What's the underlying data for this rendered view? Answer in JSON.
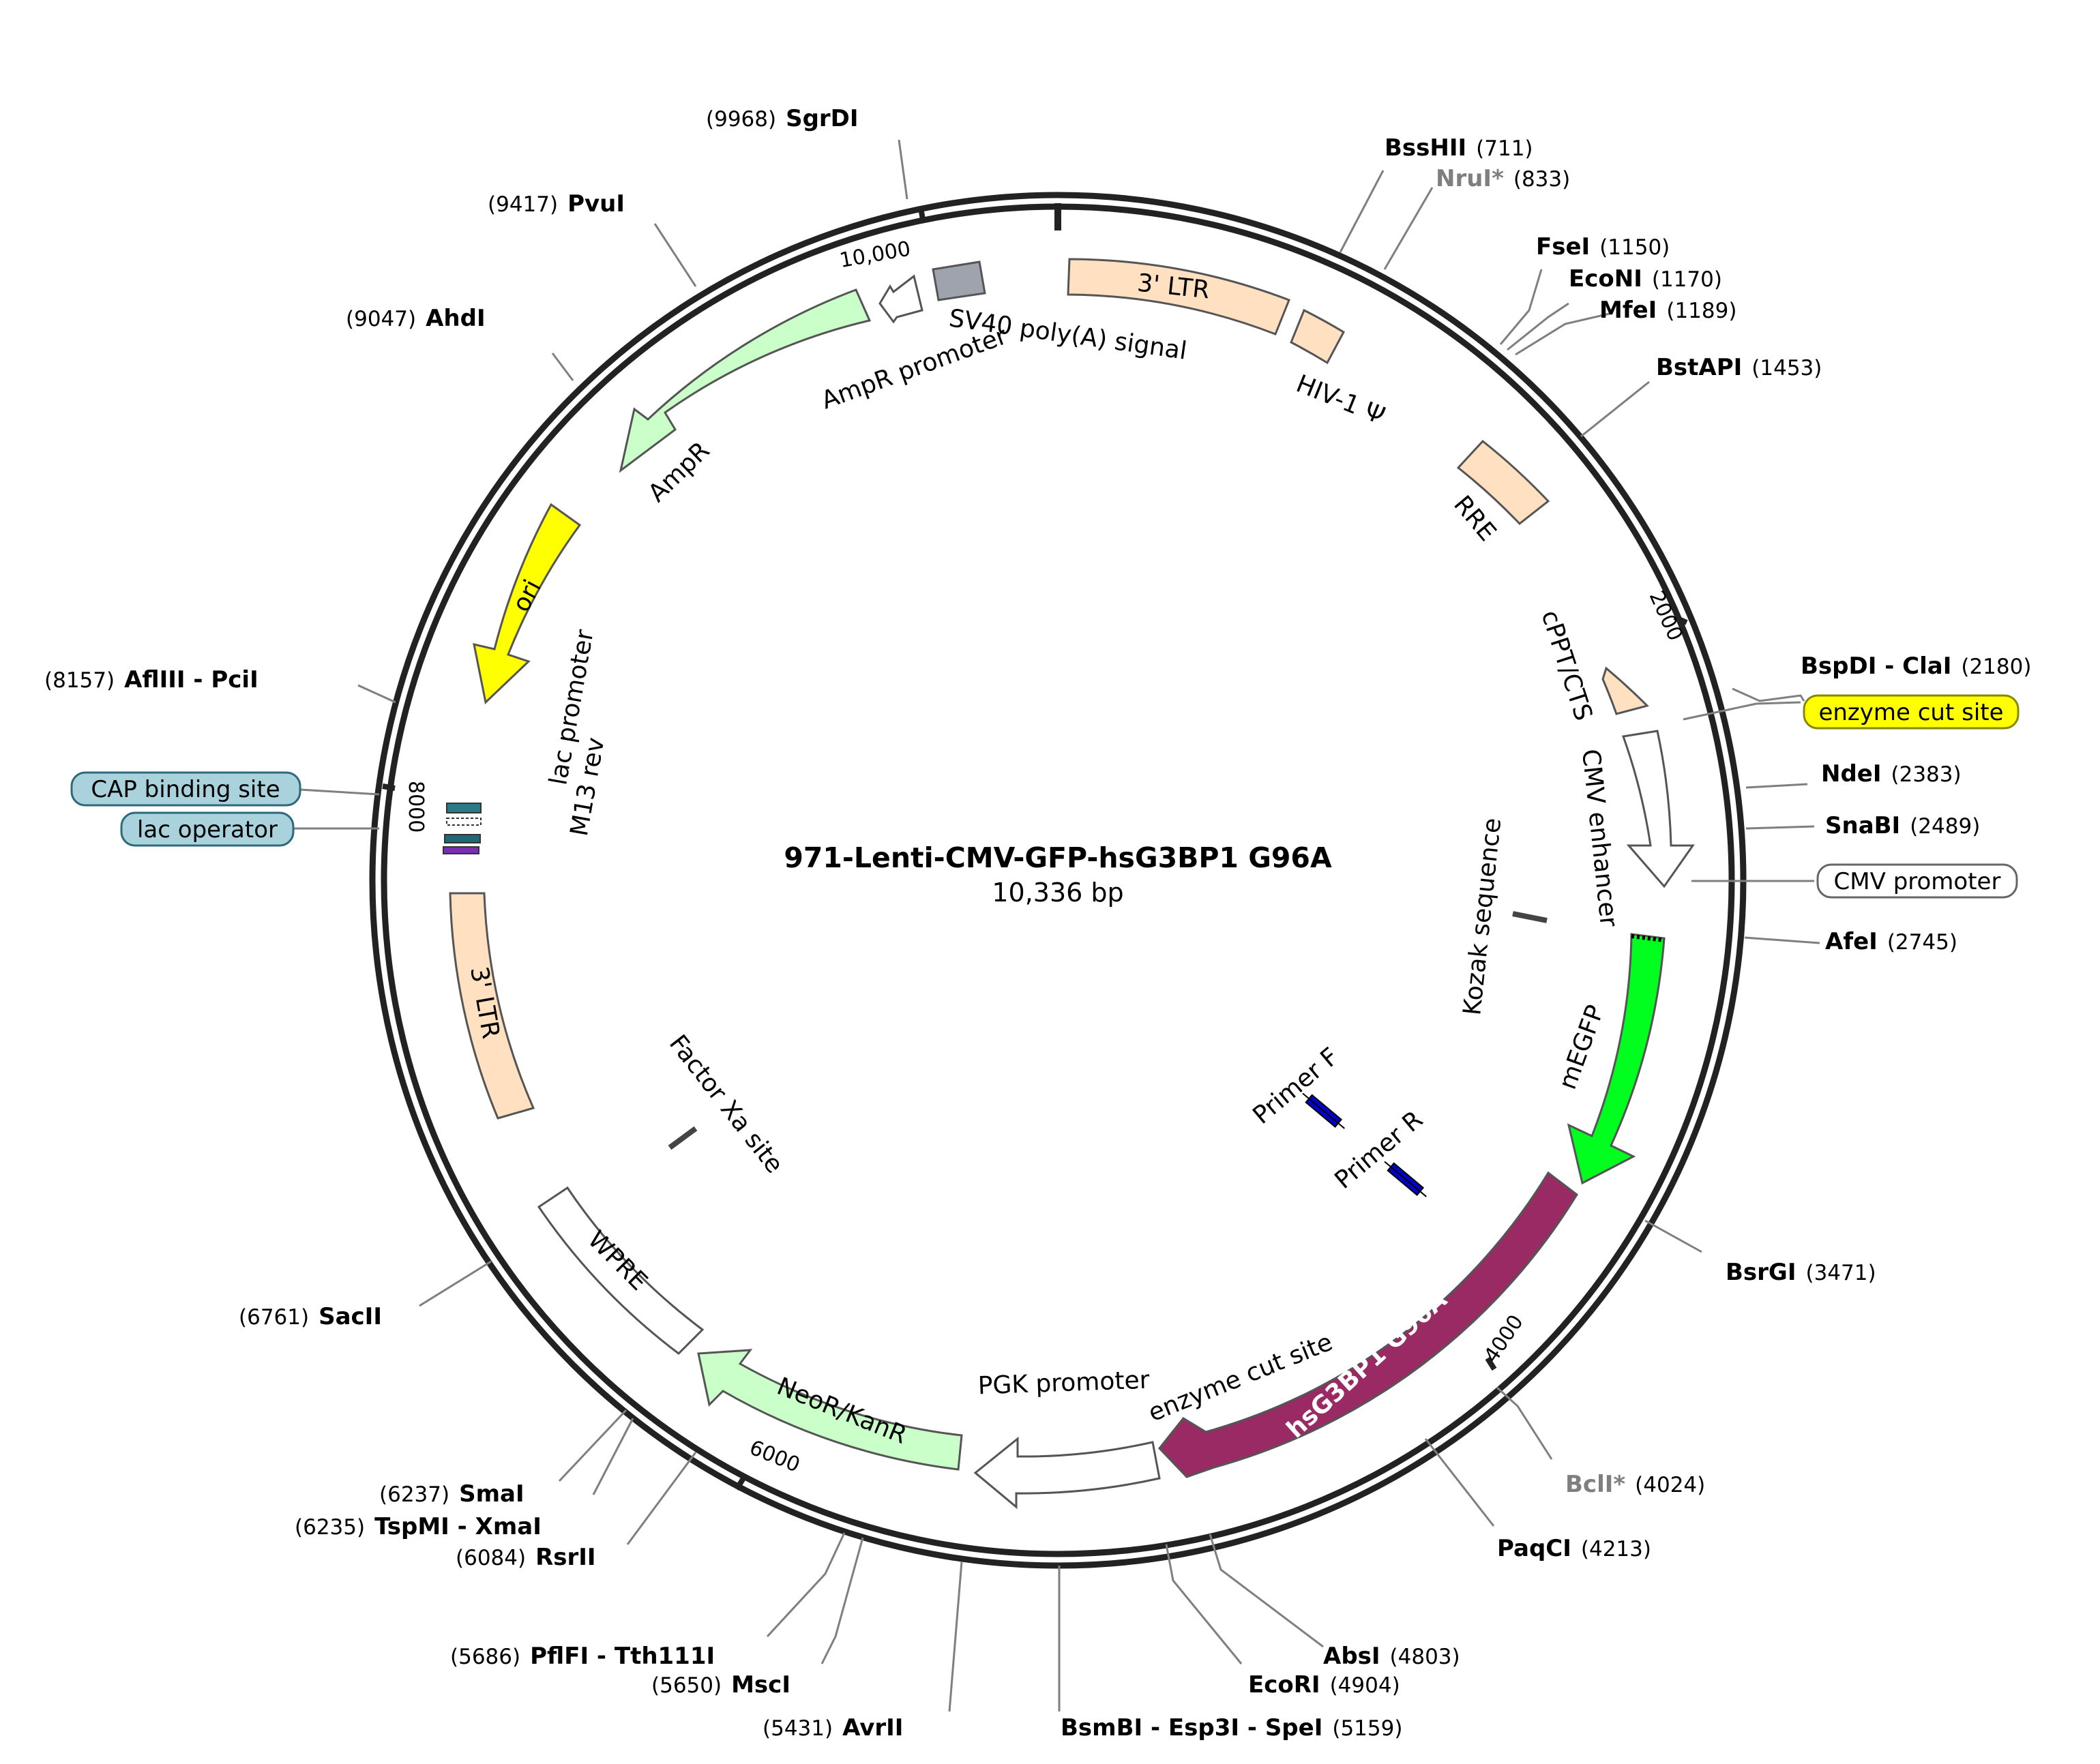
{
  "title": "971-Lenti-CMV-GFP-hsG3BP1 G96A",
  "length_label": "10,336 bp",
  "ticks": [
    {
      "label": "2000",
      "pos": 2000
    },
    {
      "label": "4000",
      "pos": 4000
    },
    {
      "label": "6000",
      "pos": 6000
    },
    {
      "label": "8000",
      "pos": 8000
    },
    {
      "label": "10,000",
      "pos": 10000
    }
  ],
  "enzymes": [
    {
      "name": "BssHII",
      "pos": "(711)"
    },
    {
      "name": "NruI*",
      "pos": "(833)"
    },
    {
      "name": "FseI",
      "pos": "(1150)"
    },
    {
      "name": "EcoNI",
      "pos": "(1170)"
    },
    {
      "name": "MfeI",
      "pos": "(1189)"
    },
    {
      "name": "BstAPI",
      "pos": "(1453)"
    },
    {
      "name": "BspDI - ClaI",
      "pos": "(2180)"
    },
    {
      "name": "NdeI",
      "pos": "(2383)"
    },
    {
      "name": "SnaBI",
      "pos": "(2489)"
    },
    {
      "name": "AfeI",
      "pos": "(2745)"
    },
    {
      "name": "BsrGI",
      "pos": "(3471)"
    },
    {
      "name": "BclI*",
      "pos": "(4024)"
    },
    {
      "name": "PaqCI",
      "pos": "(4213)"
    },
    {
      "name": "AbsI",
      "pos": "(4803)"
    },
    {
      "name": "EcoRI",
      "pos": "(4904)"
    },
    {
      "name": "BsmBI - Esp3I - SpeI",
      "pos": "(5159)"
    },
    {
      "name": "AvrII",
      "pos": "(5431)"
    },
    {
      "name": "MscI",
      "pos": "(5650)"
    },
    {
      "name": "PflFI - Tth111I",
      "pos": "(5686)"
    },
    {
      "name": "RsrII",
      "pos": "(6084)"
    },
    {
      "name": "TspMI - XmaI",
      "pos": "(6235)"
    },
    {
      "name": "SmaI",
      "pos": "(6237)"
    },
    {
      "name": "SacII",
      "pos": "(6761)"
    },
    {
      "name": "AflIII - PciI",
      "pos": "(8157)"
    },
    {
      "name": "AhdI",
      "pos": "(9047)"
    },
    {
      "name": "PvuI",
      "pos": "(9417)"
    },
    {
      "name": "SgrDI",
      "pos": "(9968)"
    }
  ],
  "boxed_features": [
    {
      "label": "enzyme cut site",
      "color": "#ffff00"
    },
    {
      "label": "CMV promoter",
      "color": "#ffffff"
    },
    {
      "label": "CAP binding site",
      "color": "#a9d2dc"
    },
    {
      "label": "lac operator",
      "color": "#a9d2dc"
    }
  ],
  "features": [
    {
      "label": "3' LTR",
      "color": "#ffe0c0",
      "start": 0,
      "end": 1000
    },
    {
      "label": "HIV-1 Ψ",
      "color": "#ffe0c0",
      "start": 1050,
      "end": 1250
    },
    {
      "label": "RRE",
      "color": "#ffe0c0",
      "start": 1650,
      "end": 1900
    },
    {
      "label": "cPPT/CTS",
      "color": "#ffe0c0",
      "start": 2150,
      "end": 2250
    },
    {
      "label": "CMV enhancer",
      "color": "#ffffff",
      "start": 2300,
      "end": 2650
    },
    {
      "label": "mEGFP",
      "color": "#00ff1e",
      "start": 2700,
      "end": 3400
    },
    {
      "label": "hsG3BP1 G96A",
      "color": "#992a63",
      "start": 3450,
      "end": 4800
    },
    {
      "label": "PGK promoter",
      "color": "#ffffff",
      "start": 4850,
      "end": 5350
    },
    {
      "label": "NeoR/KanR",
      "color": "#caffca",
      "start": 5400,
      "end": 6200
    },
    {
      "label": "WPRE",
      "color": "#ffffff",
      "start": 6450,
      "end": 7050
    },
    {
      "label": "3' LTR",
      "color": "#ffe0c0",
      "start": 7250,
      "end": 7800
    },
    {
      "label": "ori",
      "color": "#ffff00",
      "start": 8500,
      "end": 9050
    },
    {
      "label": "AmpR",
      "color": "#caffca",
      "start": 9150,
      "end": 9950
    },
    {
      "label": "AmpR promoter",
      "color": "#ffffff",
      "start": 9950,
      "end": 10050
    },
    {
      "label": "SV40 poly(A) signal",
      "color": "#9ea3ad",
      "start": 10110,
      "end": 10230
    }
  ],
  "misc_labels": [
    {
      "label": "lac promoter"
    },
    {
      "label": "M13 rev"
    },
    {
      "label": "Kozak sequence"
    },
    {
      "label": "Primer F"
    },
    {
      "label": "Primer R"
    },
    {
      "label": "Factor Xa site"
    },
    {
      "label": "enzyme cut site"
    }
  ],
  "colors": {
    "backbone": "#222222",
    "enzyme_line": "#7f7f7f",
    "nonunique_enzyme": "#7f7f7f",
    "primer": "#0000cc"
  }
}
